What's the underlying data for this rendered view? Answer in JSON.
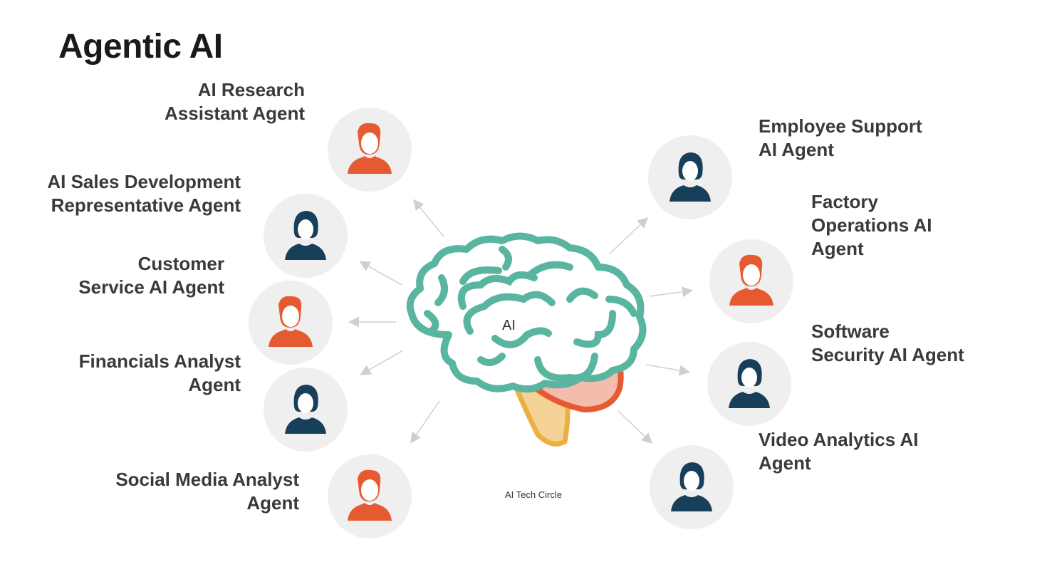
{
  "title": "Agentic AI",
  "center": {
    "label": "AI",
    "credit": "AI Tech Circle"
  },
  "colors": {
    "male": "#e65a32",
    "female": "#173f5a",
    "brain": "#5ab5a0",
    "node_bg": "#efefef",
    "arrow": "#cfcfcf"
  },
  "agents": [
    {
      "line1": "AI Research",
      "line2": "Assistant Agent",
      "line3": ""
    },
    {
      "line1": "AI Sales Development",
      "line2": "Representative Agent",
      "line3": ""
    },
    {
      "line1": "Customer",
      "line2": "Service AI Agent",
      "line3": ""
    },
    {
      "line1": "Financials Analyst",
      "line2": "Agent",
      "line3": ""
    },
    {
      "line1": "Social Media Analyst",
      "line2": "Agent",
      "line3": ""
    },
    {
      "line1": "Employee Support",
      "line2": "AI Agent",
      "line3": ""
    },
    {
      "line1": "Factory",
      "line2": "Operations AI",
      "line3": "Agent"
    },
    {
      "line1": "Software",
      "line2": "Security AI Agent",
      "line3": ""
    },
    {
      "line1": "Video Analytics AI",
      "line2": "Agent",
      "line3": ""
    }
  ]
}
